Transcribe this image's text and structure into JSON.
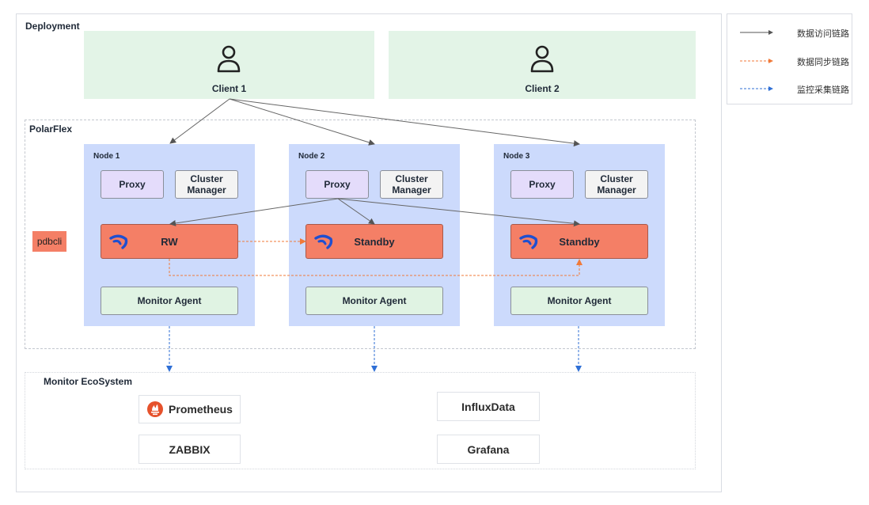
{
  "deployment": {
    "title": "Deployment",
    "clients": [
      {
        "label": "Client 1",
        "icon": "user-icon"
      },
      {
        "label": "Client 2",
        "icon": "user-icon"
      }
    ]
  },
  "cluster": {
    "title": "PolarFlex",
    "tool": "pdbcli",
    "nodes": [
      {
        "title": "Node 1",
        "proxy": "Proxy",
        "cluster_manager": "Cluster Manager",
        "db_role": "RW",
        "monitor_agent": "Monitor Agent"
      },
      {
        "title": "Node 2",
        "proxy": "Proxy",
        "cluster_manager": "Cluster Manager",
        "db_role": "Standby",
        "monitor_agent": "Monitor Agent"
      },
      {
        "title": "Node 3",
        "proxy": "Proxy",
        "cluster_manager": "Cluster Manager",
        "db_role": "Standby",
        "monitor_agent": "Monitor Agent"
      }
    ]
  },
  "monitor": {
    "title": "Monitor EcoSystem",
    "tools": [
      "Prometheus",
      "InfluxData",
      "ZABBIX",
      "Grafana"
    ]
  },
  "legend": {
    "items": [
      {
        "label": "数据访问链路",
        "style": "solid",
        "color": "#555555"
      },
      {
        "label": "数据同步链路",
        "style": "dashed",
        "color": "#f07a3a"
      },
      {
        "label": "监控采集链路",
        "style": "dashed",
        "color": "#2f6fd6"
      }
    ]
  },
  "colors": {
    "client_bg": "#e3f4e7",
    "node_bg": "#ccdafc",
    "proxy_bg": "#e4dcfb",
    "db_bg": "#f47f66",
    "agent_bg": "#e0f3e3",
    "access_link": "#555555",
    "sync_link": "#f07a3a",
    "monitor_link": "#2f6fd6"
  }
}
